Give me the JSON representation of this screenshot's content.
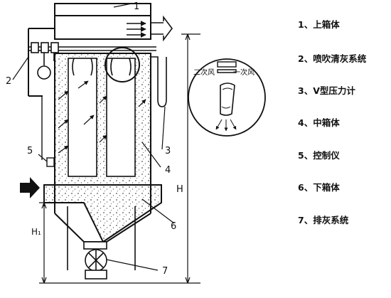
{
  "legend": [
    "1、上箱体",
    "2、喷吹清灰系统",
    "3、V型压力计",
    "4、中箱体",
    "5、控制仪",
    "6、下箱体",
    "7、排灰系统"
  ],
  "callouts": [
    "1",
    "2",
    "3",
    "4",
    "5",
    "6",
    "7"
  ],
  "dimensions": {
    "total_height": "H",
    "hopper_height": "H₁"
  },
  "inset": {
    "secondary_air": "二次风",
    "primary_air": "一次风"
  }
}
